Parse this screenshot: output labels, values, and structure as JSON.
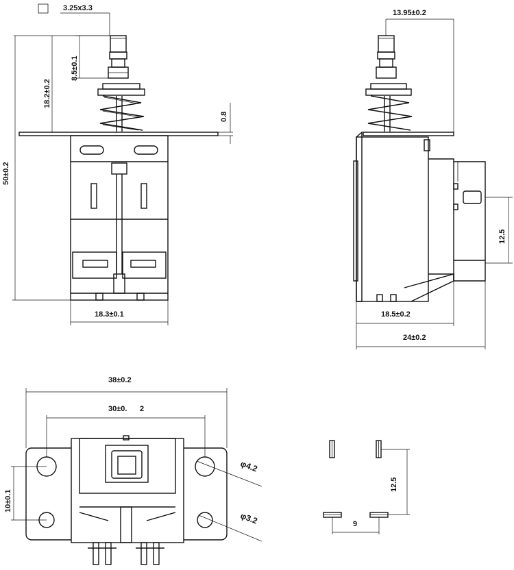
{
  "front_view": {
    "plunger_size": "3.25x3.3",
    "plunger_length": "8.5±0.1",
    "plunger_height": "18.2±0.2",
    "flange_thickness": "0.8",
    "overall_height": "50±0.2",
    "body_width": "18.3±0.1"
  },
  "side_view": {
    "plunger_offset": "13.95±0.2",
    "terminal_pitch": "12.5",
    "body_depth": "18.5±0.2",
    "overall_depth": "24±0.2"
  },
  "bottom_view": {
    "flange_width": "38±0.2",
    "hole_spacing_a": "30±0.",
    "hole_spacing_b": "2",
    "hole_vertical_spacing": "10±0.1",
    "hole_large_dia": "φ4.2",
    "hole_small_dia": "φ3.2"
  },
  "pcb_layout": {
    "vertical_spacing": "12.5",
    "horizontal_spacing": "9"
  }
}
